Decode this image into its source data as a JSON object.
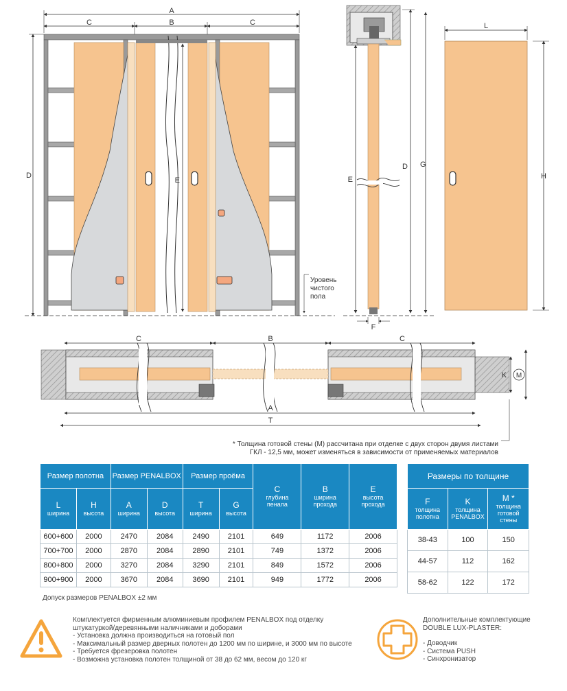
{
  "dims": {
    "A": "A",
    "B": "B",
    "C": "C",
    "D": "D",
    "E": "E",
    "F": "F",
    "G": "G",
    "H": "H",
    "L": "L",
    "K": "K",
    "M": "M",
    "T": "T"
  },
  "floor_label": [
    "Уровень",
    "чистого",
    "пола"
  ],
  "wall_note": [
    "* Толщина готовой стены (М) рассчитана при отделке с двух сторон двумя листами",
    "ГКЛ - 12,5 мм, может изменяться в зависимости от применяемых материалов"
  ],
  "main_table": {
    "group_headers": [
      "Размер полотна",
      "Размер PENALBOX",
      "Размер  проёма"
    ],
    "c_header": [
      "C",
      "глубина",
      "пенала"
    ],
    "b_header": [
      "B",
      "ширина",
      "прохода"
    ],
    "e_header": [
      "E",
      "высота",
      "прохода"
    ],
    "sub_headers": [
      {
        "letter": "L",
        "word": "ширина"
      },
      {
        "letter": "H",
        "word": "высота"
      },
      {
        "letter": "A",
        "word": "ширина"
      },
      {
        "letter": "D",
        "word": "высота"
      },
      {
        "letter": "T",
        "word": "ширина"
      },
      {
        "letter": "G",
        "word": "высота"
      }
    ],
    "rows": [
      [
        "600+600",
        "2000",
        "2470",
        "2084",
        "2490",
        "2101",
        "649",
        "1172",
        "2006"
      ],
      [
        "700+700",
        "2000",
        "2870",
        "2084",
        "2890",
        "2101",
        "749",
        "1372",
        "2006"
      ],
      [
        "800+800",
        "2000",
        "3270",
        "2084",
        "3290",
        "2101",
        "849",
        "1572",
        "2006"
      ],
      [
        "900+900",
        "2000",
        "3670",
        "2084",
        "3690",
        "2101",
        "949",
        "1772",
        "2006"
      ]
    ]
  },
  "tolerance": "Допуск размеров PENALBOX ±2 мм",
  "thick_table": {
    "title": "Размеры по толщине",
    "headers": [
      {
        "letter": "F",
        "l1": "толщина",
        "l2": "полотна",
        "l3": ""
      },
      {
        "letter": "K",
        "l1": "толщина",
        "l2": "PENALBOX",
        "l3": ""
      },
      {
        "letter": "M *",
        "l1": "толщина",
        "l2": "готовой",
        "l3": "стены"
      }
    ],
    "rows": [
      [
        "38-43",
        "100",
        "150"
      ],
      [
        "44-57",
        "112",
        "162"
      ],
      [
        "58-62",
        "122",
        "172"
      ]
    ]
  },
  "notes_left": [
    "Комплектуется фирменным алюминиевым профилем PENALBOX под отделку",
    "штукатуркой/деревянными наличниками и доборами",
    "- Установка должна производиться на готовый пол",
    "- Максимальный размер дверных полотен до 1200 мм по ширине, и 3000 мм по высоте",
    "- Требуется фрезеровка полотен",
    "- Возможна установка полотен толщиной от 38 до 62 мм, весом до 120 кг"
  ],
  "notes_right": [
    "Дополнительные комплектующие",
    "DOUBLE LUX-PLASTER:",
    "",
    "- Доводчик",
    "- Система PUSH",
    "- Синхронизатор"
  ],
  "colors": {
    "accent": "#1a88c2",
    "door": "#f6c48f",
    "frame": "#8a8a8a",
    "plaster": "#d7d9db",
    "warning": "#f5a53c"
  }
}
